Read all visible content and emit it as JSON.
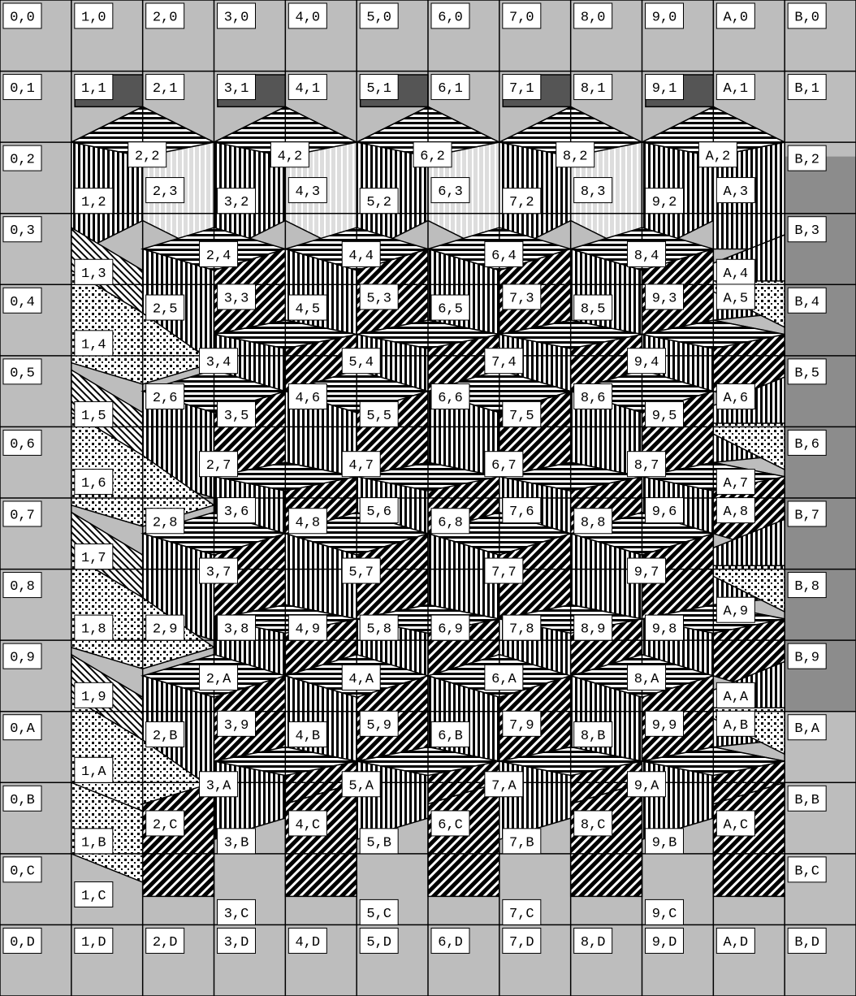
{
  "grid": {
    "cols": [
      "0",
      "1",
      "2",
      "3",
      "4",
      "5",
      "6",
      "7",
      "8",
      "9",
      "A",
      "B"
    ],
    "rows": [
      "0",
      "1",
      "2",
      "3",
      "4",
      "5",
      "6",
      "7",
      "8",
      "9",
      "A",
      "B",
      "C",
      "D"
    ]
  },
  "colors": {
    "border_cell": "#bdbdbd",
    "side_gray": "#8c8c8c",
    "dark_gray": "#555555",
    "line": "#000000",
    "label_bg": "#ffffff"
  },
  "patterns": [
    "horizontal-stripes",
    "vertical-stripes",
    "light-vertical-stripes",
    "diagonal-stripes",
    "dots",
    "hatch"
  ],
  "labels": [
    {
      "text": "0,0",
      "c": 0,
      "r": 0
    },
    {
      "text": "1,0",
      "c": 1,
      "r": 0
    },
    {
      "text": "2,0",
      "c": 2,
      "r": 0
    },
    {
      "text": "3,0",
      "c": 3,
      "r": 0
    },
    {
      "text": "4,0",
      "c": 4,
      "r": 0
    },
    {
      "text": "5,0",
      "c": 5,
      "r": 0
    },
    {
      "text": "6,0",
      "c": 6,
      "r": 0
    },
    {
      "text": "7,0",
      "c": 7,
      "r": 0
    },
    {
      "text": "8,0",
      "c": 8,
      "r": 0
    },
    {
      "text": "9,0",
      "c": 9,
      "r": 0
    },
    {
      "text": "A,0",
      "c": 10,
      "r": 0
    },
    {
      "text": "B,0",
      "c": 11,
      "r": 0
    },
    {
      "text": "0,1",
      "c": 0,
      "r": 1
    },
    {
      "text": "1,1",
      "c": 1,
      "r": 1
    },
    {
      "text": "2,1",
      "c": 2,
      "r": 1
    },
    {
      "text": "3,1",
      "c": 3,
      "r": 1
    },
    {
      "text": "4,1",
      "c": 4,
      "r": 1
    },
    {
      "text": "5,1",
      "c": 5,
      "r": 1
    },
    {
      "text": "6,1",
      "c": 6,
      "r": 1
    },
    {
      "text": "7,1",
      "c": 7,
      "r": 1
    },
    {
      "text": "8,1",
      "c": 8,
      "r": 1
    },
    {
      "text": "9,1",
      "c": 9,
      "r": 1
    },
    {
      "text": "A,1",
      "c": 10,
      "r": 1
    },
    {
      "text": "B,1",
      "c": 11,
      "r": 1
    },
    {
      "text": "0,2",
      "c": 0,
      "r": 2
    },
    {
      "text": "B,2",
      "c": 11,
      "r": 2
    },
    {
      "text": "2,2",
      "c": 1.75,
      "r": 1.95
    },
    {
      "text": "4,2",
      "c": 3.75,
      "r": 1.95
    },
    {
      "text": "6,2",
      "c": 5.75,
      "r": 1.95
    },
    {
      "text": "8,2",
      "c": 7.75,
      "r": 1.95
    },
    {
      "text": "A,2",
      "c": 9.75,
      "r": 1.95
    },
    {
      "text": "1,2",
      "c": 1,
      "r": 2.6
    },
    {
      "text": "3,2",
      "c": 3,
      "r": 2.6
    },
    {
      "text": "5,2",
      "c": 5,
      "r": 2.6
    },
    {
      "text": "7,2",
      "c": 7,
      "r": 2.6
    },
    {
      "text": "9,2",
      "c": 9,
      "r": 2.6
    },
    {
      "text": "2,3",
      "c": 2,
      "r": 2.45
    },
    {
      "text": "4,3",
      "c": 4,
      "r": 2.45
    },
    {
      "text": "6,3",
      "c": 6,
      "r": 2.45
    },
    {
      "text": "8,3",
      "c": 8,
      "r": 2.45
    },
    {
      "text": "A,3",
      "c": 10,
      "r": 2.45
    },
    {
      "text": "0,3",
      "c": 0,
      "r": 3
    },
    {
      "text": "B,3",
      "c": 11,
      "r": 3
    },
    {
      "text": "2,4",
      "c": 2.75,
      "r": 3.35
    },
    {
      "text": "4,4",
      "c": 4.75,
      "r": 3.35
    },
    {
      "text": "6,4",
      "c": 6.75,
      "r": 3.35
    },
    {
      "text": "8,4",
      "c": 8.75,
      "r": 3.35
    },
    {
      "text": "1,3",
      "c": 1,
      "r": 3.6
    },
    {
      "text": "A,4",
      "c": 10,
      "r": 3.6
    },
    {
      "text": "0,4",
      "c": 0,
      "r": 4
    },
    {
      "text": "B,4",
      "c": 11,
      "r": 4
    },
    {
      "text": "2,5",
      "c": 2,
      "r": 4.1
    },
    {
      "text": "3,3",
      "c": 3,
      "r": 3.95
    },
    {
      "text": "4,5",
      "c": 4,
      "r": 4.1
    },
    {
      "text": "5,3",
      "c": 5,
      "r": 3.95
    },
    {
      "text": "6,5",
      "c": 6,
      "r": 4.1
    },
    {
      "text": "7,3",
      "c": 7,
      "r": 3.95
    },
    {
      "text": "8,5",
      "c": 8,
      "r": 4.1
    },
    {
      "text": "9,3",
      "c": 9,
      "r": 3.95
    },
    {
      "text": "A,5",
      "c": 10,
      "r": 3.95
    },
    {
      "text": "1,4",
      "c": 1,
      "r": 4.6
    },
    {
      "text": "3,4",
      "c": 2.75,
      "r": 4.85
    },
    {
      "text": "5,4",
      "c": 4.75,
      "r": 4.85
    },
    {
      "text": "7,4",
      "c": 6.75,
      "r": 4.85
    },
    {
      "text": "9,4",
      "c": 8.75,
      "r": 4.85
    },
    {
      "text": "0,5",
      "c": 0,
      "r": 5
    },
    {
      "text": "B,5",
      "c": 11,
      "r": 5
    },
    {
      "text": "2,6",
      "c": 2,
      "r": 5.35
    },
    {
      "text": "4,6",
      "c": 4,
      "r": 5.35
    },
    {
      "text": "6,6",
      "c": 6,
      "r": 5.35
    },
    {
      "text": "8,6",
      "c": 8,
      "r": 5.35
    },
    {
      "text": "A,6",
      "c": 10,
      "r": 5.35
    },
    {
      "text": "1,5",
      "c": 1,
      "r": 5.6
    },
    {
      "text": "3,5",
      "c": 3,
      "r": 5.6
    },
    {
      "text": "5,5",
      "c": 5,
      "r": 5.6
    },
    {
      "text": "7,5",
      "c": 7,
      "r": 5.6
    },
    {
      "text": "9,5",
      "c": 9,
      "r": 5.6
    },
    {
      "text": "0,6",
      "c": 0,
      "r": 6
    },
    {
      "text": "B,6",
      "c": 11,
      "r": 6
    },
    {
      "text": "2,7",
      "c": 2.75,
      "r": 6.3
    },
    {
      "text": "4,7",
      "c": 4.75,
      "r": 6.3
    },
    {
      "text": "6,7",
      "c": 6.75,
      "r": 6.3
    },
    {
      "text": "8,7",
      "c": 8.75,
      "r": 6.3
    },
    {
      "text": "1,6",
      "c": 1,
      "r": 6.55
    },
    {
      "text": "A,7",
      "c": 10,
      "r": 6.55
    },
    {
      "text": "0,7",
      "c": 0,
      "r": 7
    },
    {
      "text": "B,7",
      "c": 11,
      "r": 7
    },
    {
      "text": "2,8",
      "c": 2,
      "r": 7.1
    },
    {
      "text": "3,6",
      "c": 3,
      "r": 6.95
    },
    {
      "text": "4,8",
      "c": 4,
      "r": 7.1
    },
    {
      "text": "5,6",
      "c": 5,
      "r": 6.95
    },
    {
      "text": "6,8",
      "c": 6,
      "r": 7.1
    },
    {
      "text": "7,6",
      "c": 7,
      "r": 6.95
    },
    {
      "text": "8,8",
      "c": 8,
      "r": 7.1
    },
    {
      "text": "9,6",
      "c": 9,
      "r": 6.95
    },
    {
      "text": "A,8",
      "c": 10,
      "r": 6.95
    },
    {
      "text": "1,7",
      "c": 1,
      "r": 7.6
    },
    {
      "text": "3,7",
      "c": 2.75,
      "r": 7.8
    },
    {
      "text": "5,7",
      "c": 4.75,
      "r": 7.8
    },
    {
      "text": "7,7",
      "c": 6.75,
      "r": 7.8
    },
    {
      "text": "9,7",
      "c": 8.75,
      "r": 7.8
    },
    {
      "text": "0,8",
      "c": 0,
      "r": 8
    },
    {
      "text": "B,8",
      "c": 11,
      "r": 8
    },
    {
      "text": "A,9",
      "c": 10,
      "r": 8.35
    },
    {
      "text": "1,8",
      "c": 1,
      "r": 8.6
    },
    {
      "text": "2,9",
      "c": 2,
      "r": 8.6
    },
    {
      "text": "3,8",
      "c": 3,
      "r": 8.6
    },
    {
      "text": "4,9",
      "c": 4,
      "r": 8.6
    },
    {
      "text": "5,8",
      "c": 5,
      "r": 8.6
    },
    {
      "text": "6,9",
      "c": 6,
      "r": 8.6
    },
    {
      "text": "7,8",
      "c": 7,
      "r": 8.6
    },
    {
      "text": "8,9",
      "c": 8,
      "r": 8.6
    },
    {
      "text": "9,8",
      "c": 9,
      "r": 8.6
    },
    {
      "text": "0,9",
      "c": 0,
      "r": 9
    },
    {
      "text": "B,9",
      "c": 11,
      "r": 9
    },
    {
      "text": "2,A",
      "c": 2.75,
      "r": 9.3
    },
    {
      "text": "4,A",
      "c": 4.75,
      "r": 9.3
    },
    {
      "text": "6,A",
      "c": 6.75,
      "r": 9.3
    },
    {
      "text": "8,A",
      "c": 8.75,
      "r": 9.3
    },
    {
      "text": "1,9",
      "c": 1,
      "r": 9.55
    },
    {
      "text": "A,A",
      "c": 10,
      "r": 9.55
    },
    {
      "text": "0,A",
      "c": 0,
      "r": 10
    },
    {
      "text": "B,A",
      "c": 11,
      "r": 10
    },
    {
      "text": "2,B",
      "c": 2,
      "r": 10.1
    },
    {
      "text": "3,9",
      "c": 3,
      "r": 9.95
    },
    {
      "text": "4,B",
      "c": 4,
      "r": 10.1
    },
    {
      "text": "5,9",
      "c": 5,
      "r": 9.95
    },
    {
      "text": "6,B",
      "c": 6,
      "r": 10.1
    },
    {
      "text": "7,9",
      "c": 7,
      "r": 9.95
    },
    {
      "text": "8,B",
      "c": 8,
      "r": 10.1
    },
    {
      "text": "9,9",
      "c": 9,
      "r": 9.95
    },
    {
      "text": "A,B",
      "c": 10,
      "r": 9.95
    },
    {
      "text": "1,A",
      "c": 1,
      "r": 10.6
    },
    {
      "text": "3,A",
      "c": 2.75,
      "r": 10.8
    },
    {
      "text": "5,A",
      "c": 4.75,
      "r": 10.8
    },
    {
      "text": "7,A",
      "c": 6.75,
      "r": 10.8
    },
    {
      "text": "9,A",
      "c": 8.75,
      "r": 10.8
    },
    {
      "text": "0,B",
      "c": 0,
      "r": 11
    },
    {
      "text": "B,B",
      "c": 11,
      "r": 11
    },
    {
      "text": "2,C",
      "c": 2,
      "r": 11.35
    },
    {
      "text": "4,C",
      "c": 4,
      "r": 11.35
    },
    {
      "text": "6,C",
      "c": 6,
      "r": 11.35
    },
    {
      "text": "8,C",
      "c": 8,
      "r": 11.35
    },
    {
      "text": "A,C",
      "c": 10,
      "r": 11.35
    },
    {
      "text": "1,B",
      "c": 1,
      "r": 11.6
    },
    {
      "text": "3,B",
      "c": 3,
      "r": 11.6
    },
    {
      "text": "5,B",
      "c": 5,
      "r": 11.6
    },
    {
      "text": "7,B",
      "c": 7,
      "r": 11.6
    },
    {
      "text": "9,B",
      "c": 9,
      "r": 11.6
    },
    {
      "text": "0,C",
      "c": 0,
      "r": 12
    },
    {
      "text": "B,C",
      "c": 11,
      "r": 12
    },
    {
      "text": "1,C",
      "c": 1,
      "r": 12.35
    },
    {
      "text": "3,C",
      "c": 3,
      "r": 12.6
    },
    {
      "text": "5,C",
      "c": 5,
      "r": 12.6
    },
    {
      "text": "7,C",
      "c": 7,
      "r": 12.6
    },
    {
      "text": "9,C",
      "c": 9,
      "r": 12.6
    },
    {
      "text": "0,D",
      "c": 0,
      "r": 13
    },
    {
      "text": "1,D",
      "c": 1,
      "r": 13
    },
    {
      "text": "2,D",
      "c": 2,
      "r": 13
    },
    {
      "text": "3,D",
      "c": 3,
      "r": 13
    },
    {
      "text": "4,D",
      "c": 4,
      "r": 13
    },
    {
      "text": "5,D",
      "c": 5,
      "r": 13
    },
    {
      "text": "6,D",
      "c": 6,
      "r": 13
    },
    {
      "text": "7,D",
      "c": 7,
      "r": 13
    },
    {
      "text": "8,D",
      "c": 8,
      "r": 13
    },
    {
      "text": "9,D",
      "c": 9,
      "r": 13
    },
    {
      "text": "A,D",
      "c": 10,
      "r": 13
    },
    {
      "text": "B,D",
      "c": 11,
      "r": 13
    }
  ]
}
